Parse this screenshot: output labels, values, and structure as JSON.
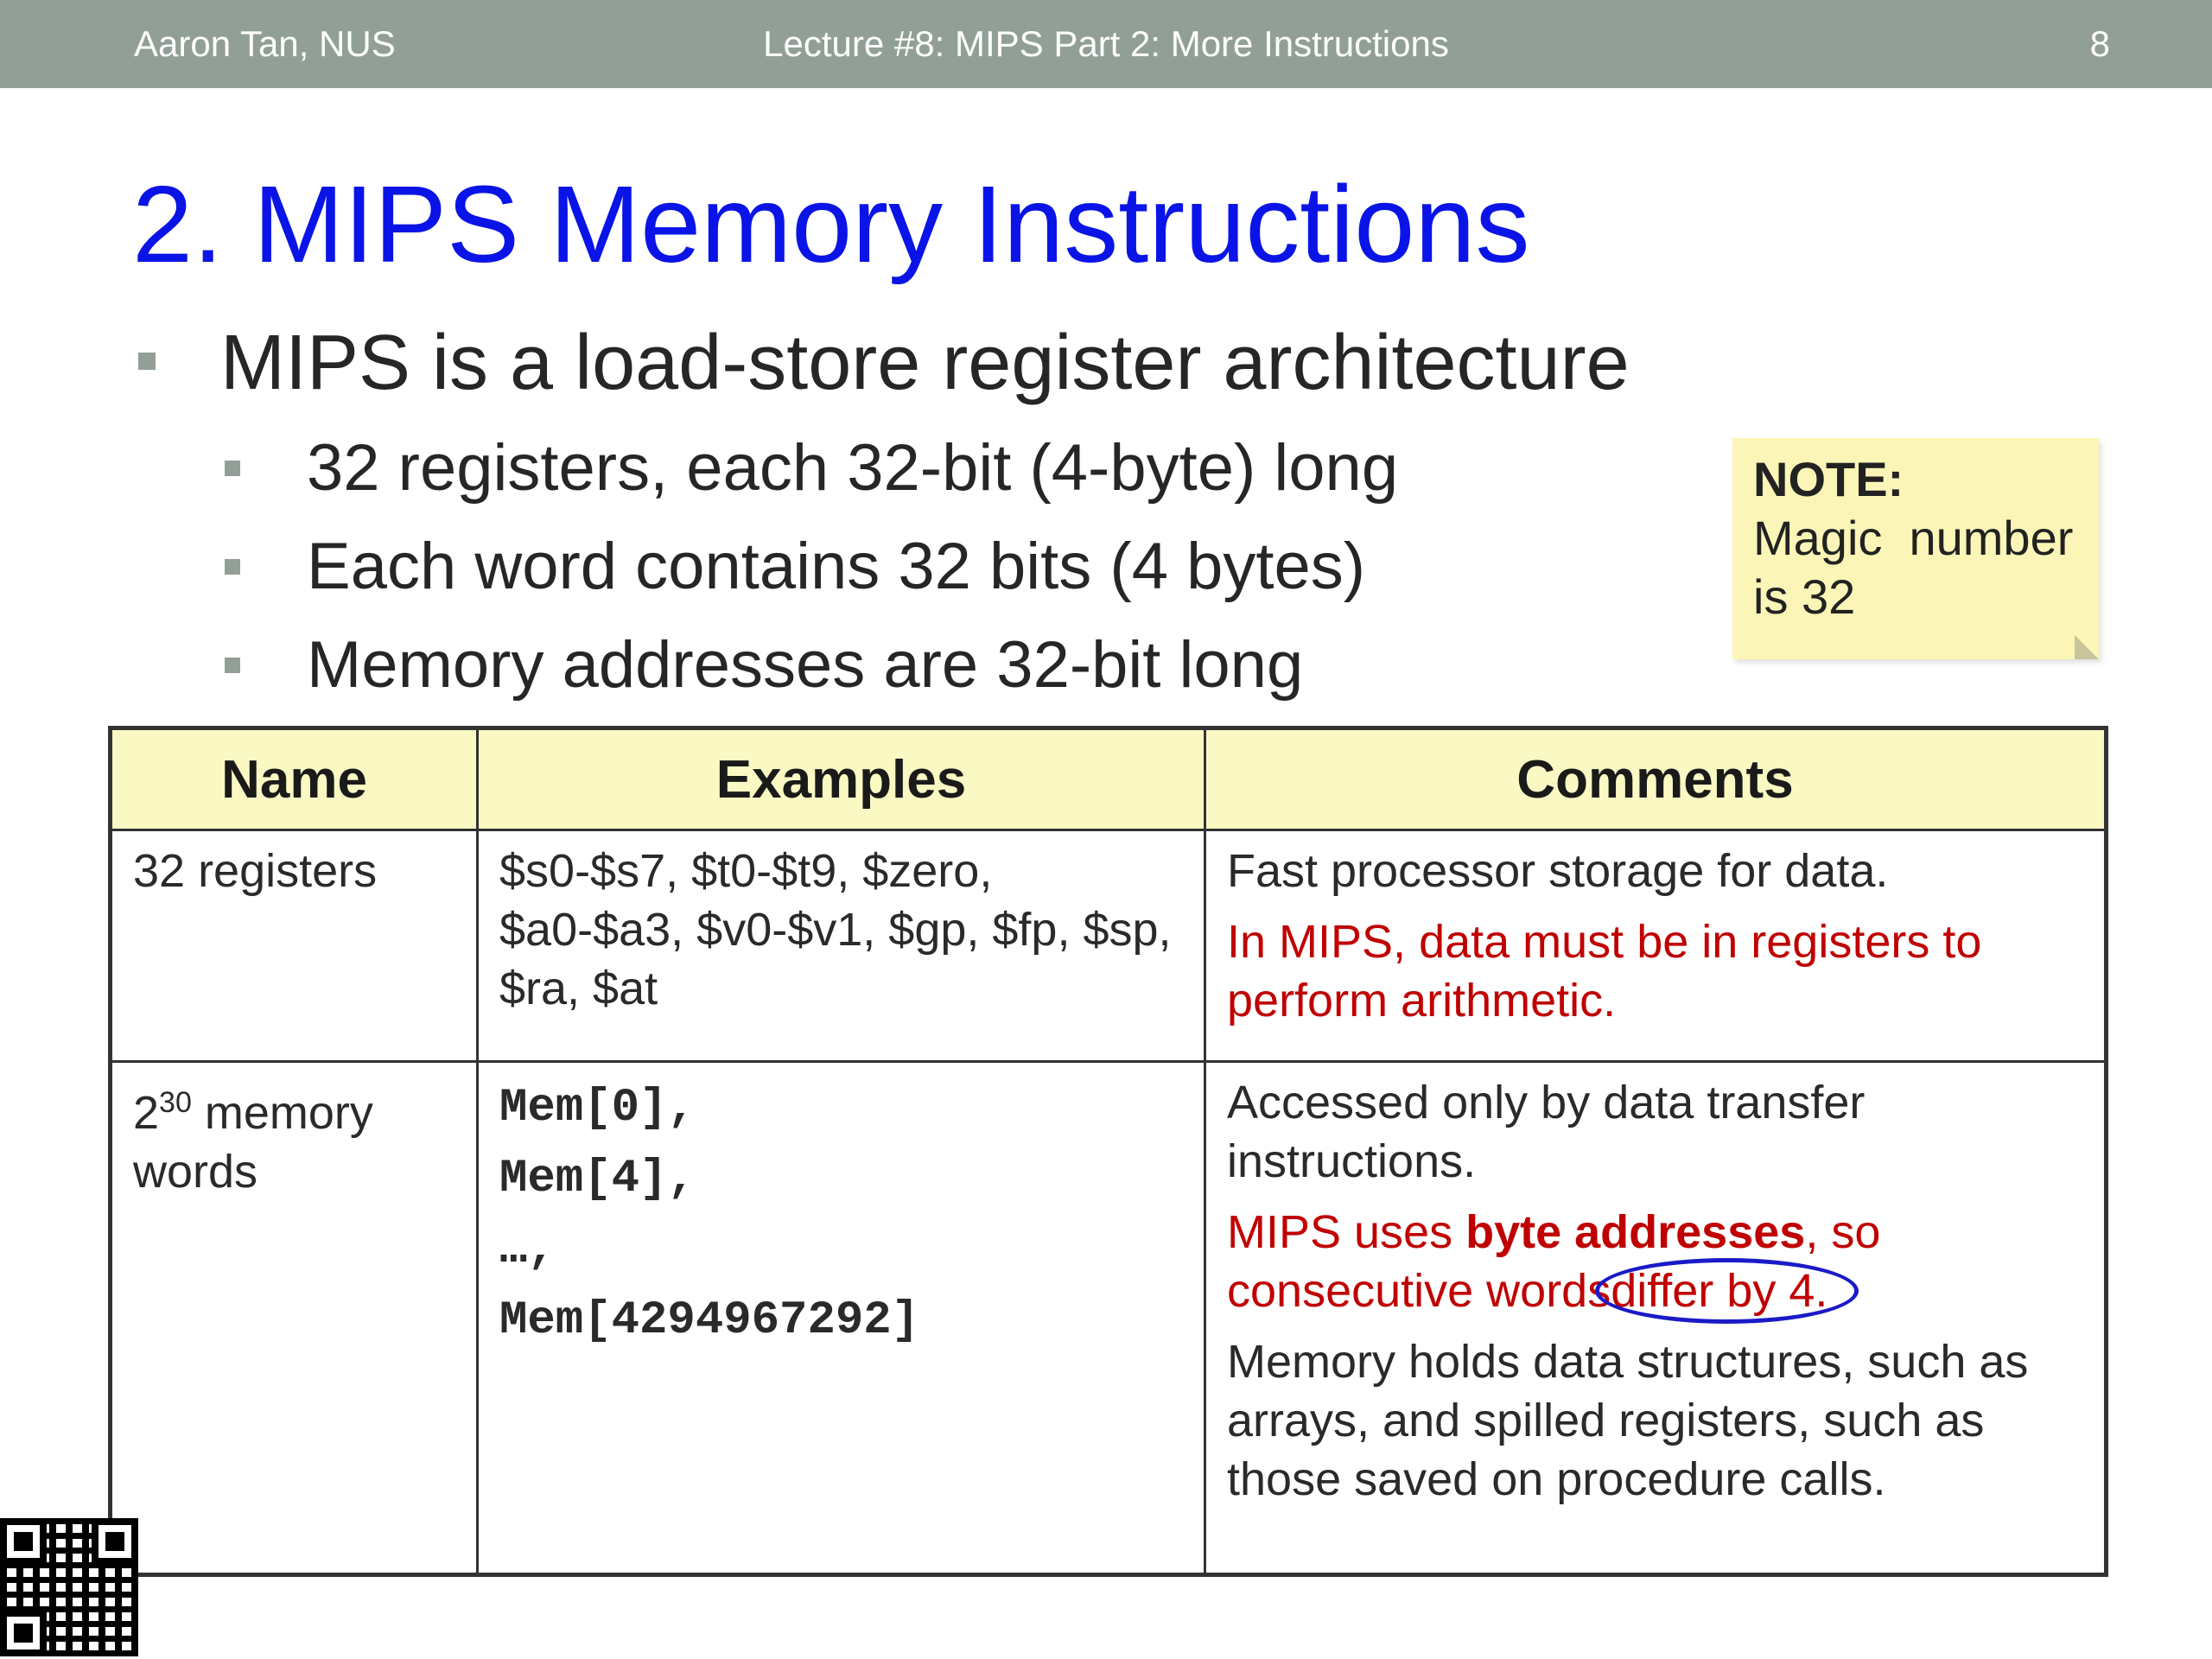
{
  "header": {
    "author": "Aaron Tan, NUS",
    "lecture": "Lecture #8: MIPS Part 2: More Instructions",
    "page": "8"
  },
  "title": "2. MIPS Memory Instructions",
  "bullet_main": "MIPS is a load-store register architecture",
  "sub_bullets": [
    "32 registers, each 32-bit (4-byte) long",
    "Each word contains 32 bits (4 bytes)",
    "Memory addresses are 32-bit long"
  ],
  "note": {
    "title": "NOTE:",
    "line1": "Magic  number",
    "line2": "is 32"
  },
  "table": {
    "headers": [
      "Name",
      "Examples",
      "Comments"
    ],
    "row1": {
      "name": "32 registers",
      "examples": "$s0-$s7, $t0-$t9, $zero, $a0-$a3, $v0-$v1, $gp, $fp, $sp, $ra, $at",
      "comment_black": "Fast processor storage for data.",
      "comment_red": "In MIPS, data must be in registers to perform arithmetic."
    },
    "row2": {
      "name_base": "2",
      "name_exp": "30",
      "name_rest": " memory words",
      "examples": [
        "Mem[0],",
        "Mem[4],",
        "…,",
        "Mem[4294967292]"
      ],
      "comment_black1": "Accessed only by data transfer instructions.",
      "comment_red_pre": "MIPS uses ",
      "comment_red_bold": "byte addresses",
      "comment_red_mid": ", so consecutive words",
      "comment_red_circled": " differ by 4.",
      "comment_black2": "Memory holds data structures, such as arrays, and spilled registers, such as those saved on procedure calls."
    }
  },
  "colors": {
    "header_bg": "#929f97",
    "title": "#0a14e6",
    "table_header_bg": "#fbf9c3",
    "note_bg": "#fbf6b7",
    "emphasis_red": "#c00000",
    "circle_blue": "#1a1ac8"
  },
  "icons": [
    "qr-code-icon",
    "square-bullet-icon"
  ]
}
